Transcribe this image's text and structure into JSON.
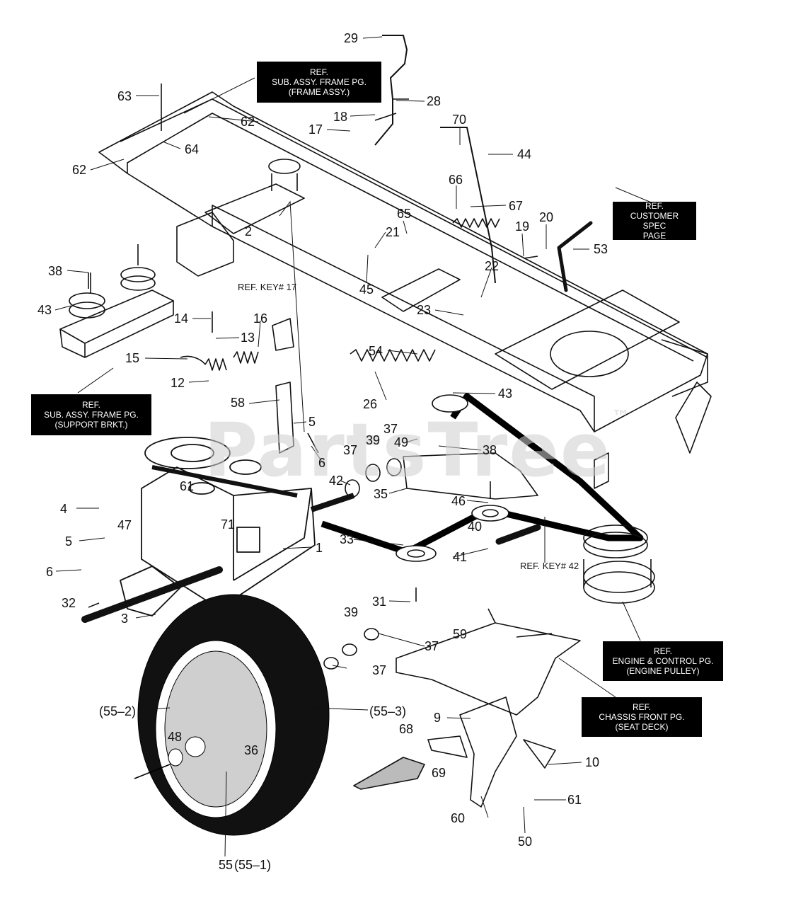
{
  "watermark": {
    "text": "PartsTree",
    "mark": "™"
  },
  "ref_boxes": {
    "frame_assy": [
      "REF.",
      "SUB. ASSY. FRAME PG.",
      "(FRAME ASSY.)"
    ],
    "support_brkt": [
      "REF.",
      "SUB. ASSY. FRAME PG.",
      "(SUPPORT BRKT.)"
    ],
    "customer_spec": [
      "REF.",
      "CUSTOMER SPEC",
      "PAGE"
    ],
    "engine_pulley": [
      "REF.",
      "ENGINE & CONTROL PG.",
      "(ENGINE PULLEY)"
    ],
    "seat_deck": [
      "REF.",
      "CHASSIS FRONT PG.",
      "(SEAT DECK)"
    ]
  },
  "ref_keys": {
    "key17": "REF. KEY# 17",
    "key42": "REF. KEY# 42"
  },
  "callouts": {
    "c29": "29",
    "c28": "28",
    "c63": "63",
    "c62a": "62",
    "c62b": "62",
    "c64": "64",
    "c18": "18",
    "c17": "17",
    "c70": "70",
    "c44": "44",
    "c66": "66",
    "c67": "67",
    "c65": "65",
    "c21": "21",
    "c2": "2",
    "c20": "20",
    "c19": "19",
    "c53": "53",
    "c22": "22",
    "c45": "45",
    "c23": "23",
    "c38a": "38",
    "c43a": "43",
    "c14": "14",
    "c13": "13",
    "c16": "16",
    "c15": "15",
    "c12": "12",
    "c54": "54",
    "c26": "26",
    "c43b": "43",
    "c58": "58",
    "c5a": "5",
    "c37a": "37",
    "c39a": "39",
    "c49": "49",
    "c38b": "38",
    "c37b": "37",
    "c6a": "6",
    "c42": "42",
    "c35": "35",
    "c61a": "61",
    "c71": "71",
    "c4": "4",
    "c47": "47",
    "c5b": "5",
    "c6b": "6",
    "c46": "46",
    "c40": "40",
    "c1": "1",
    "c33": "33",
    "c41": "41",
    "c31": "31",
    "c32": "32",
    "c3": "3",
    "c39b": "39",
    "c37c": "37",
    "c59": "59",
    "c37d": "37",
    "c55_2": "(55–2)",
    "c55_3": "(55–3)",
    "c9": "9",
    "c68": "68",
    "c48": "48",
    "c36": "36",
    "c69": "69",
    "c10": "10",
    "c61b": "61",
    "c60": "60",
    "c50": "50",
    "c55": "55",
    "c55_1": "(55–1)"
  }
}
